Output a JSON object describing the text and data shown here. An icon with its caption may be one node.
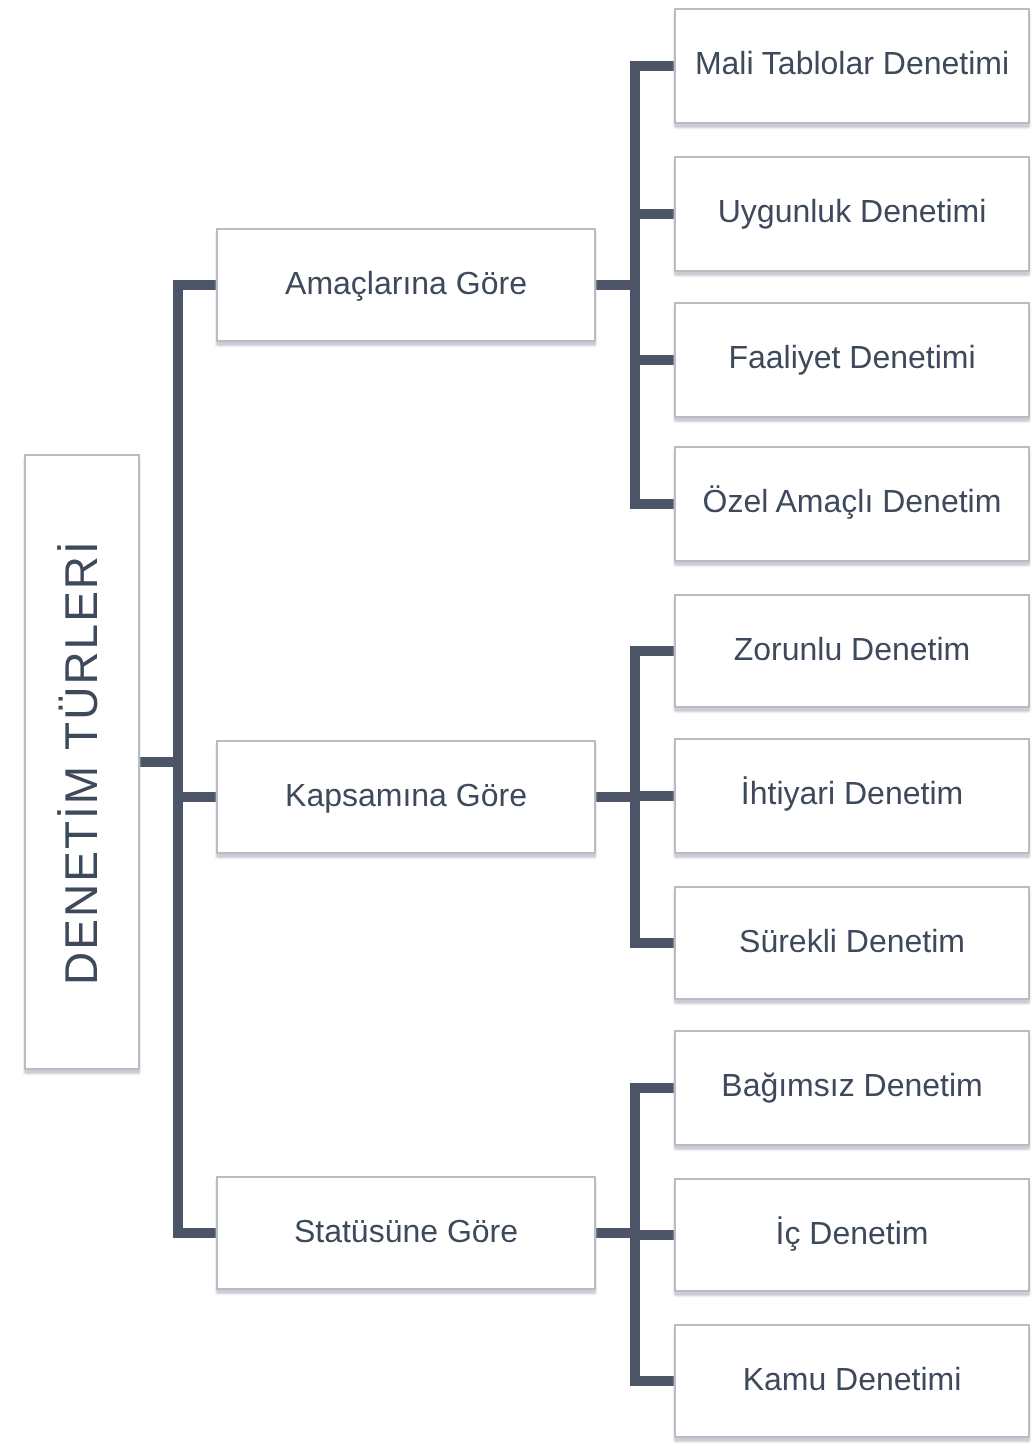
{
  "diagram": {
    "nodes": [
      {
        "text": [
          "DENETİM TÜRLERİ"
        ]
      },
      {
        "text": [
          "Amaçlarına Göre"
        ]
      },
      {
        "text": [
          "Kapsamına Göre"
        ]
      },
      {
        "text": [
          "Statüsüne Göre"
        ]
      },
      {
        "text": [
          "Mali Tablolar Denetimi"
        ]
      },
      {
        "text": [
          "Uygunluk Denetimi"
        ]
      },
      {
        "text": [
          "Faaliyet Denetimi"
        ]
      },
      {
        "text": [
          "Özel Amaçlı Denetim"
        ]
      },
      {
        "text": [
          "Zorunlu Denetim"
        ]
      },
      {
        "text": [
          "İhtiyari Denetim"
        ]
      },
      {
        "text": [
          "Sürekli Denetim"
        ]
      },
      {
        "text": [
          "Bağımsız Denetim"
        ]
      },
      {
        "text": [
          "İç Denetim"
        ]
      },
      {
        "text": [
          "Kamu Denetimi"
        ]
      }
    ],
    "edges": [
      {
        "from": 0,
        "to": 1,
        "arrow": "none"
      },
      {
        "from": 0,
        "to": 2,
        "arrow": "none"
      },
      {
        "from": 0,
        "to": 3,
        "arrow": "none"
      },
      {
        "from": 1,
        "to": 4,
        "arrow": "none"
      },
      {
        "from": 1,
        "to": 5,
        "arrow": "none"
      },
      {
        "from": 1,
        "to": 6,
        "arrow": "none"
      },
      {
        "from": 1,
        "to": 7,
        "arrow": "none"
      },
      {
        "from": 2,
        "to": 8,
        "arrow": "none"
      },
      {
        "from": 2,
        "to": 9,
        "arrow": "none"
      },
      {
        "from": 2,
        "to": 10,
        "arrow": "none"
      },
      {
        "from": 3,
        "to": 11,
        "arrow": "none"
      },
      {
        "from": 3,
        "to": 12,
        "arrow": "none"
      },
      {
        "from": 3,
        "to": 13,
        "arrow": "none"
      }
    ]
  }
}
